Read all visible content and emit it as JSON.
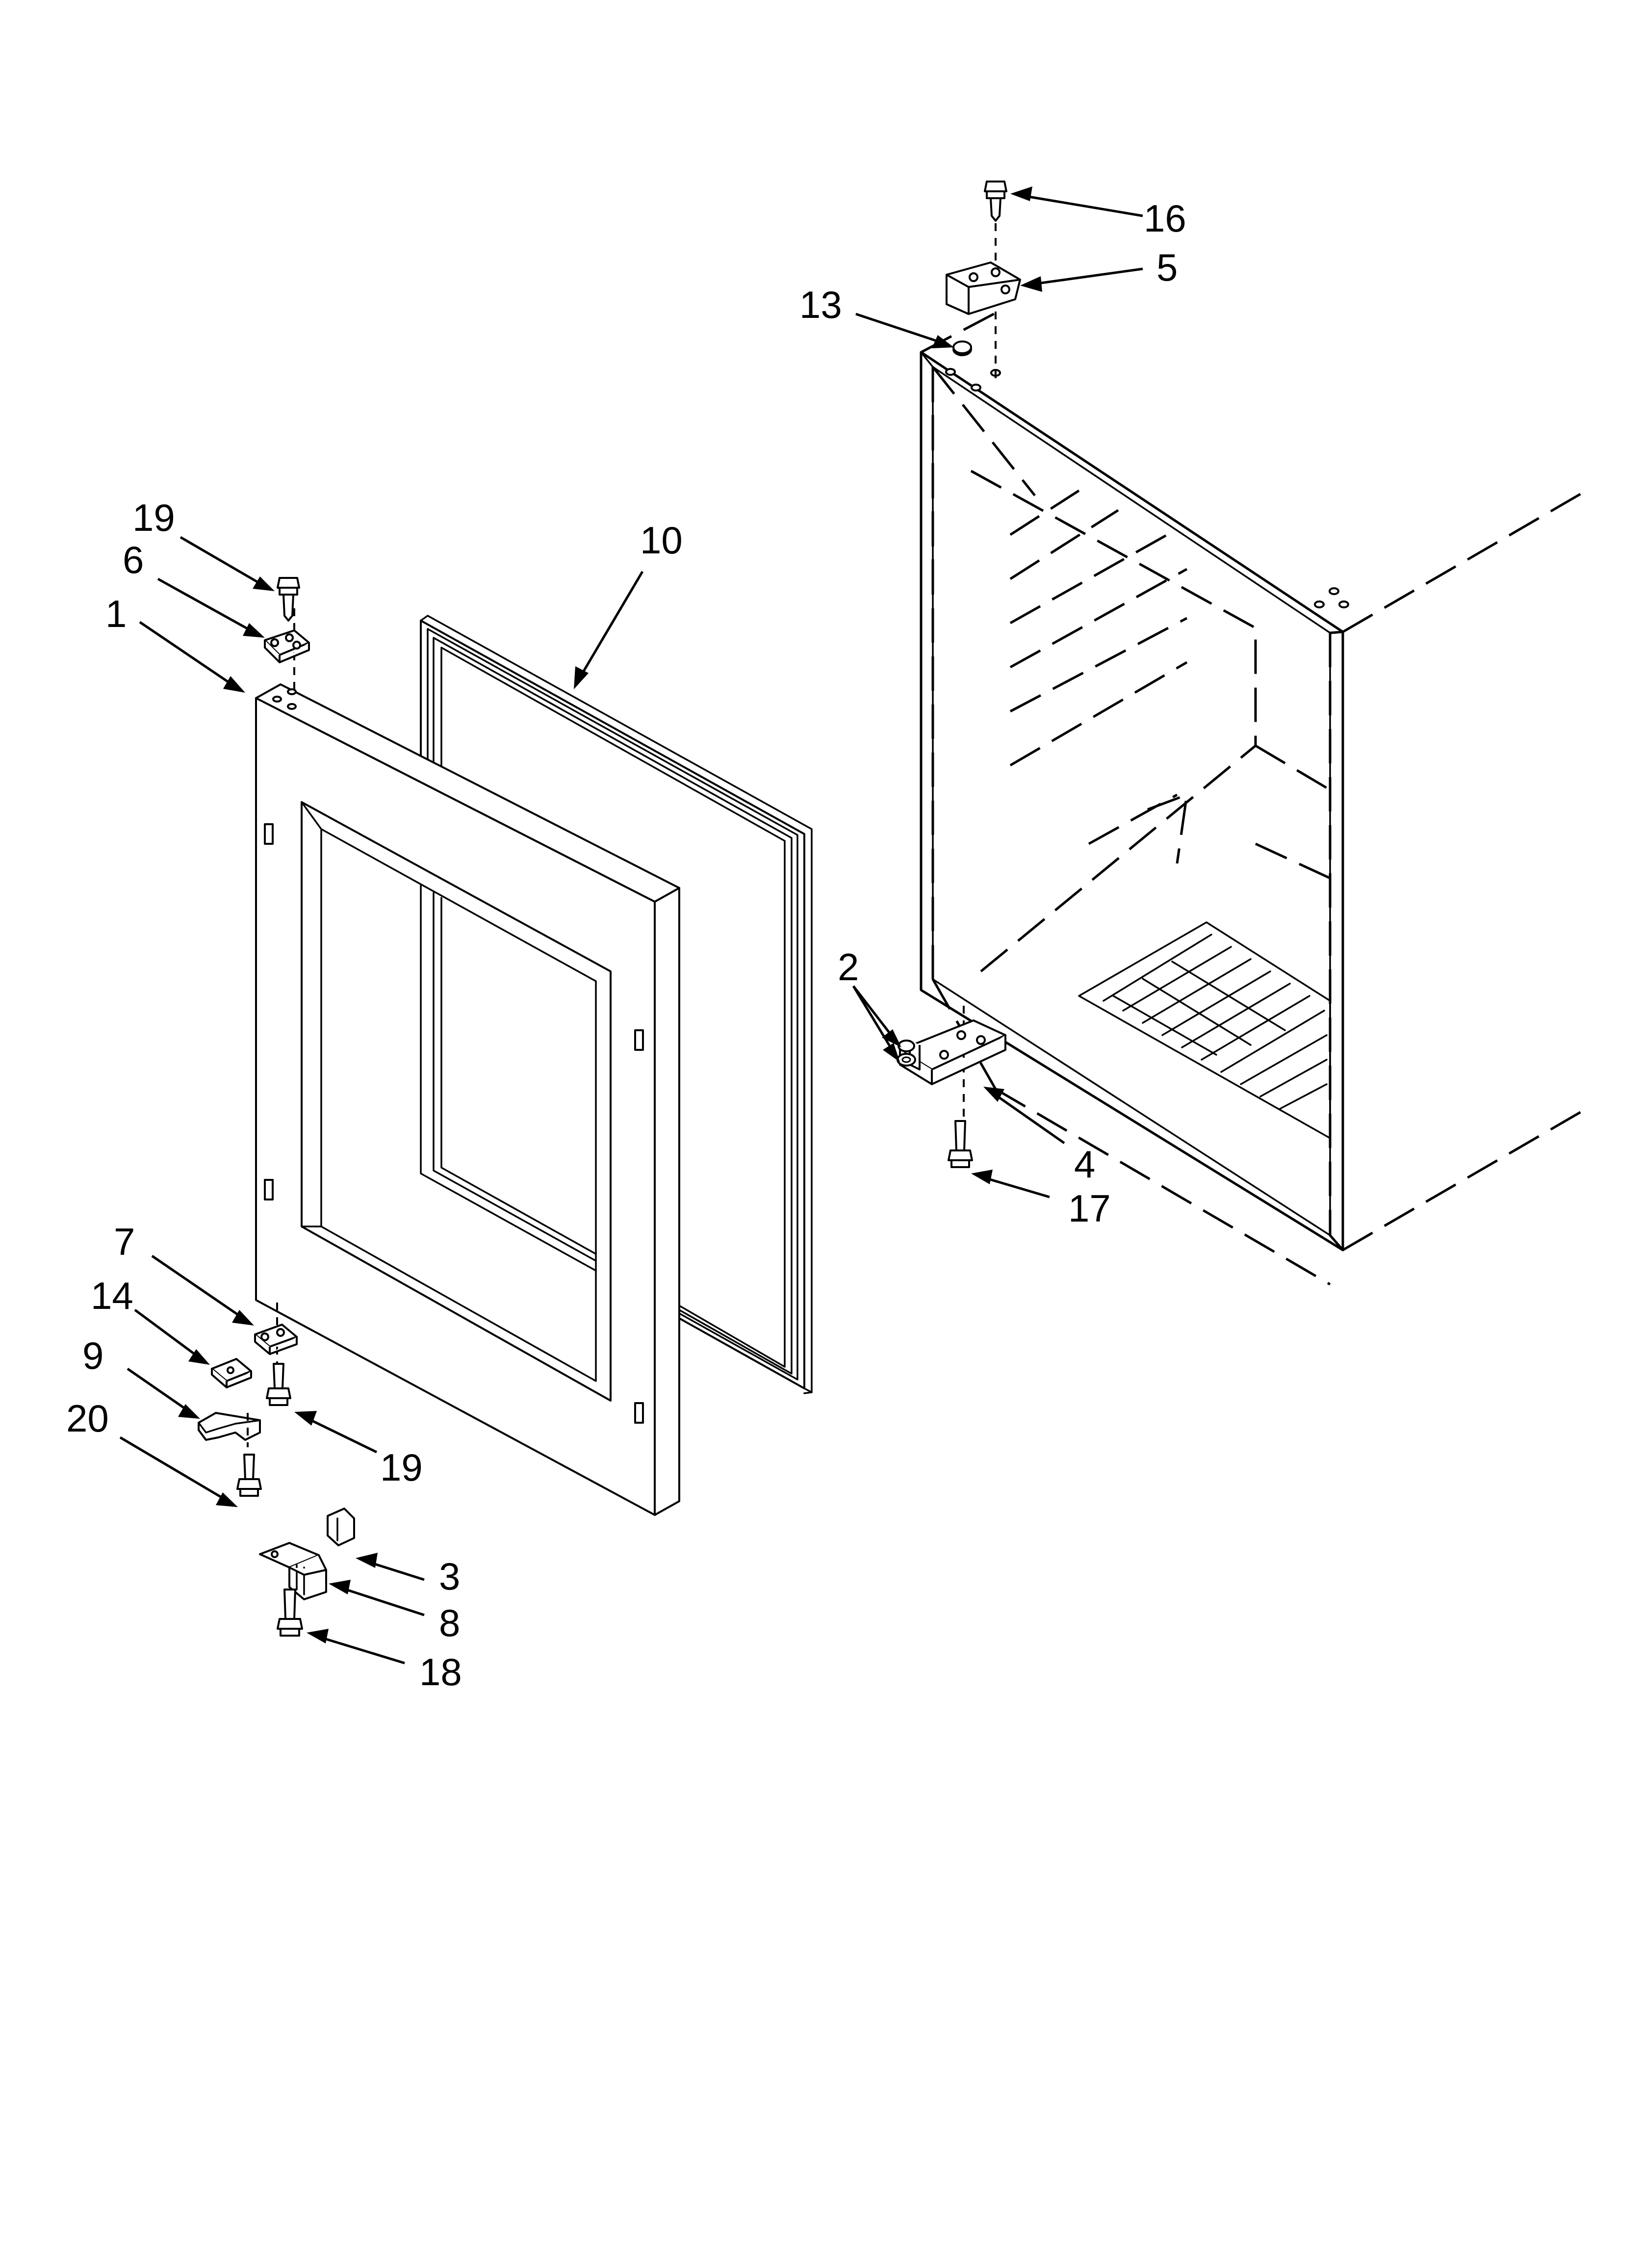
{
  "callouts": [
    {
      "id": "c16",
      "text": "16"
    },
    {
      "id": "c5",
      "text": "5"
    },
    {
      "id": "c13",
      "text": "13"
    },
    {
      "id": "c19a",
      "text": "19"
    },
    {
      "id": "c10",
      "text": "10"
    },
    {
      "id": "c6",
      "text": "6"
    },
    {
      "id": "c1",
      "text": "1"
    },
    {
      "id": "c2",
      "text": "2"
    },
    {
      "id": "c4",
      "text": "4"
    },
    {
      "id": "c17",
      "text": "17"
    },
    {
      "id": "c7",
      "text": "7"
    },
    {
      "id": "c14",
      "text": "14"
    },
    {
      "id": "c9",
      "text": "9"
    },
    {
      "id": "c20",
      "text": "20"
    },
    {
      "id": "c19b",
      "text": "19"
    },
    {
      "id": "c3",
      "text": "3"
    },
    {
      "id": "c8",
      "text": "8"
    },
    {
      "id": "c18",
      "text": "18"
    }
  ]
}
